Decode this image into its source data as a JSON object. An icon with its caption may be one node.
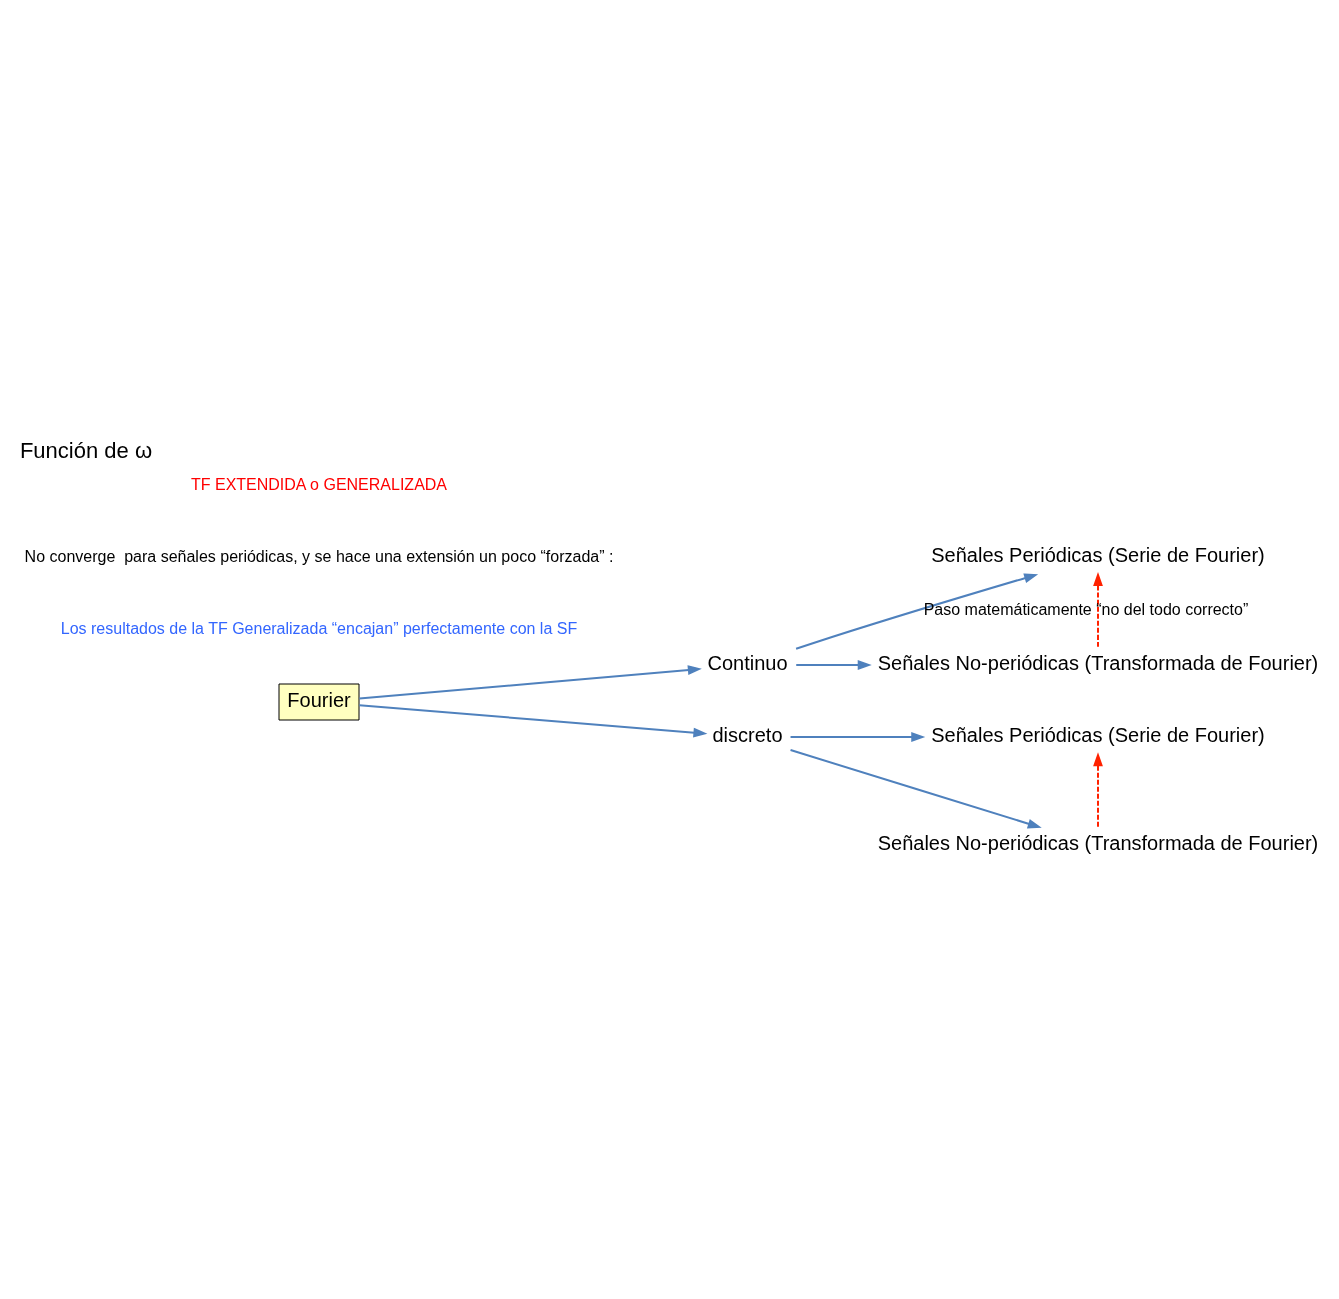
{
  "diagram": {
    "title": "Función de ω",
    "nodes": [
      {
        "text": [
          "Fourier"
        ]
      },
      {
        "text": [
          "Continuo"
        ]
      },
      {
        "text": [
          "Señales Periódicas (Serie de Fourier)"
        ]
      },
      {
        "text": [
          "Señales No-periódicas (Transformada de Fourier)"
        ]
      },
      {
        "text": [
          "discreto"
        ]
      },
      {
        "text": [
          "Señales Periódicas (Serie de Fourier)"
        ]
      },
      {
        "text": [
          "Señales No-periódicas (Transformada de Fourier)"
        ]
      }
    ],
    "edges": [
      {
        "from": 0,
        "to": 1,
        "arrow": "to"
      },
      {
        "from": 1,
        "to": 2,
        "arrow": "to"
      },
      {
        "from": 1,
        "to": 3,
        "arrow": "to"
      },
      {
        "from": 3,
        "to": 2,
        "arrow": "to",
        "style": "dashed",
        "color": "#ff2200",
        "label": "Paso matemáticamente “no del todo correcto”"
      },
      {
        "from": 0,
        "to": 4,
        "arrow": "to"
      },
      {
        "from": 4,
        "to": 5,
        "arrow": "to"
      },
      {
        "from": 4,
        "to": 6,
        "arrow": "to"
      },
      {
        "from": 6,
        "to": 5,
        "arrow": "to",
        "style": "dashed",
        "color": "#ff2200"
      }
    ],
    "labels": [
      "Los resultados de la TF Generalizada “encajan” perfectamente con la SF",
      "No converge  para señales periódicas, y se hace una extensión un poco “forzada” :",
      "TF EXTENDIDA o GENERALIZADA"
    ]
  }
}
